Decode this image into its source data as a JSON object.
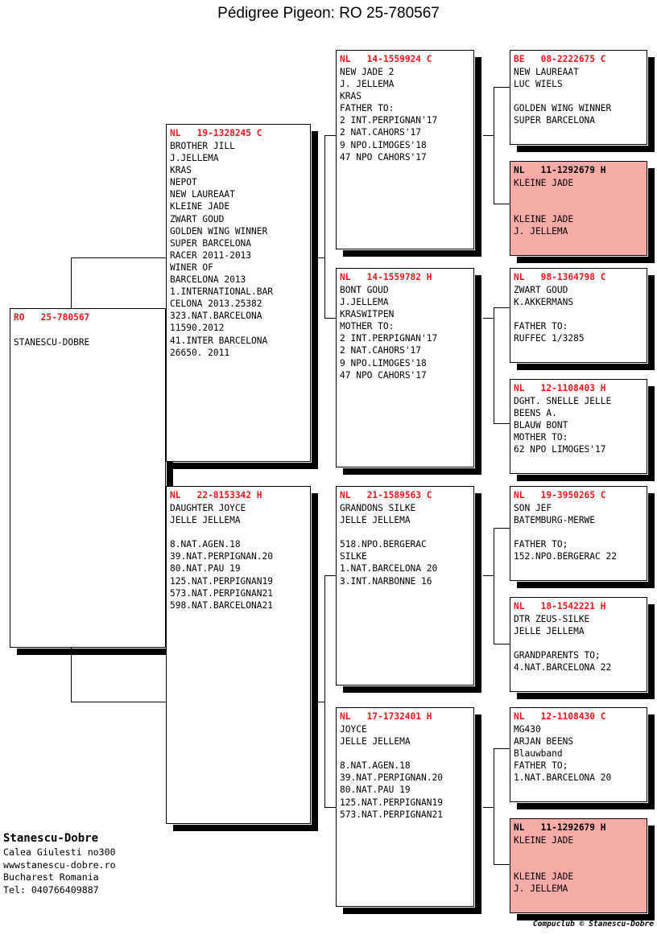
{
  "title": "Pédigree Pigeon: RO  25-780567",
  "colors": {
    "header_red": "#e8191b",
    "highlight_pink": "#f9aca7",
    "line": "#000000"
  },
  "cards": {
    "root": {
      "ring": "RO   25-780567",
      "lines": [
        "",
        "STANESCU-DOBRE"
      ]
    },
    "sire": {
      "ring": "NL   19-1328245 C",
      "lines": [
        "BROTHER JILL",
        "J.JELLEMA",
        "KRAS",
        "NEPOT",
        "NEW LAUREAAT",
        "KLEINE JADE",
        "ZWART GOUD",
        "GOLDEN WING WINNER",
        "SUPER BARCELONA",
        "RACER 2011-2013",
        "WINER OF",
        "BARCELONA 2013",
        "1.INTERNATIONAL.BAR",
        "CELONA 2013.25382",
        "323.NAT.BARCELONA",
        "11590.2012",
        "41.INTER BARCELONA",
        "26650. 2011"
      ]
    },
    "dam": {
      "ring": "NL   22-8153342 H",
      "lines": [
        "DAUGHTER JOYCE",
        "JELLE JELLEMA",
        "",
        "8.NAT.AGEN.18",
        "39.NAT.PERPIGNAN.20",
        "80.NAT.PAU 19",
        "125.NAT.PERPIGNAN19",
        "573.NAT.PERPIGNAN21",
        "598.NAT.BARCELONA21"
      ]
    },
    "sire_sire": {
      "ring": "NL   14-1559924 C",
      "lines": [
        "NEW JADE 2",
        "J. JELLEMA",
        "KRAS",
        "FATHER TO:",
        "2 INT.PERPIGNAN'17",
        "2 NAT.CAHORS'17",
        "9 NPO.LIMOGES'18",
        "47 NPO CAHORS'17"
      ]
    },
    "sire_dam": {
      "ring": "NL   14-1559782 H",
      "lines": [
        "BONT GOUD",
        "J.JELLEMA",
        "KRASWITPEN",
        "MOTHER TO:",
        "2 INT.PERPIGNAN'17",
        "2 NAT.CAHORS'17",
        "9 NPO.LIMOGES'18",
        "47 NPO CAHORS'17"
      ]
    },
    "dam_sire": {
      "ring": "NL   21-1589563 C",
      "lines": [
        "GRANDONS SILKE",
        "JELLE JELLEMA",
        "",
        "518.NPO.BERGERAC",
        "SILKE",
        "1.NAT.BARCELONA 20",
        "3.INT.NARBONNE 16"
      ]
    },
    "dam_dam": {
      "ring": "NL   17-1732401 H",
      "lines": [
        "JOYCE",
        "JELLE JELLEMA",
        "",
        "8.NAT.AGEN.18",
        "39.NAT.PERPIGNAN.20",
        "80.NAT.PAU 19",
        "125.NAT.PERPIGNAN19",
        "573.NAT.PERPIGNAN21"
      ]
    },
    "g3_1": {
      "ring": "BE   08-2222675 C",
      "lines": [
        "NEW LAUREAAT",
        "LUC WIELS",
        "",
        "GOLDEN WING WINNER",
        "SUPER BARCELONA"
      ]
    },
    "g3_2": {
      "ring": "NL   11-1292679 H",
      "highlight": true,
      "lines": [
        "KLEINE JADE",
        "",
        "",
        "KLEINE JADE",
        "J. JELLEMA"
      ]
    },
    "g3_3": {
      "ring": "NL   98-1364798 C",
      "lines": [
        "ZWART GOUD",
        "K.AKKERMANS",
        "",
        "FATHER TO:",
        "RUFFEC 1/3285"
      ]
    },
    "g3_4": {
      "ring": "NL   12-1108403 H",
      "lines": [
        "DGHT. SNELLE JELLE",
        "BEENS A.",
        "BLAUW BONT",
        "MOTHER TO:",
        "62 NPO LIMOGES'17"
      ]
    },
    "g3_5": {
      "ring": "NL   19-3950265 C",
      "lines": [
        "SON JEF",
        "BATEMBURG-MERWE",
        "",
        "FATHER TO;",
        "152.NPO.BERGERAC 22"
      ]
    },
    "g3_6": {
      "ring": "NL   18-1542221 H",
      "lines": [
        "DTR ZEUS-SILKE",
        "JELLE JELLEMA",
        "",
        "GRANDPARENTS TO;",
        "4.NAT.BARCELONA 22"
      ]
    },
    "g3_7": {
      "ring": "NL   12-1108430 C",
      "lines": [
        "MG430",
        "ARJAN BEENS",
        "Blauwband",
        "FATHER TO;",
        "1.NAT.BARCELONA 20"
      ]
    },
    "g3_8": {
      "ring": "NL   11-1292679 H",
      "highlight": true,
      "lines": [
        "KLEINE JADE",
        "",
        "",
        "KLEINE JADE",
        "J. JELLEMA"
      ]
    }
  },
  "breeder": {
    "name": "Stanescu-Dobre",
    "address": "Calea Giulesti no300",
    "website": "wwwstanescu-dobre.ro",
    "city": "Bucharest Romania",
    "phone": "Tel: 040766409887"
  },
  "credit": "Compuclub © Stanescu-Dobre"
}
